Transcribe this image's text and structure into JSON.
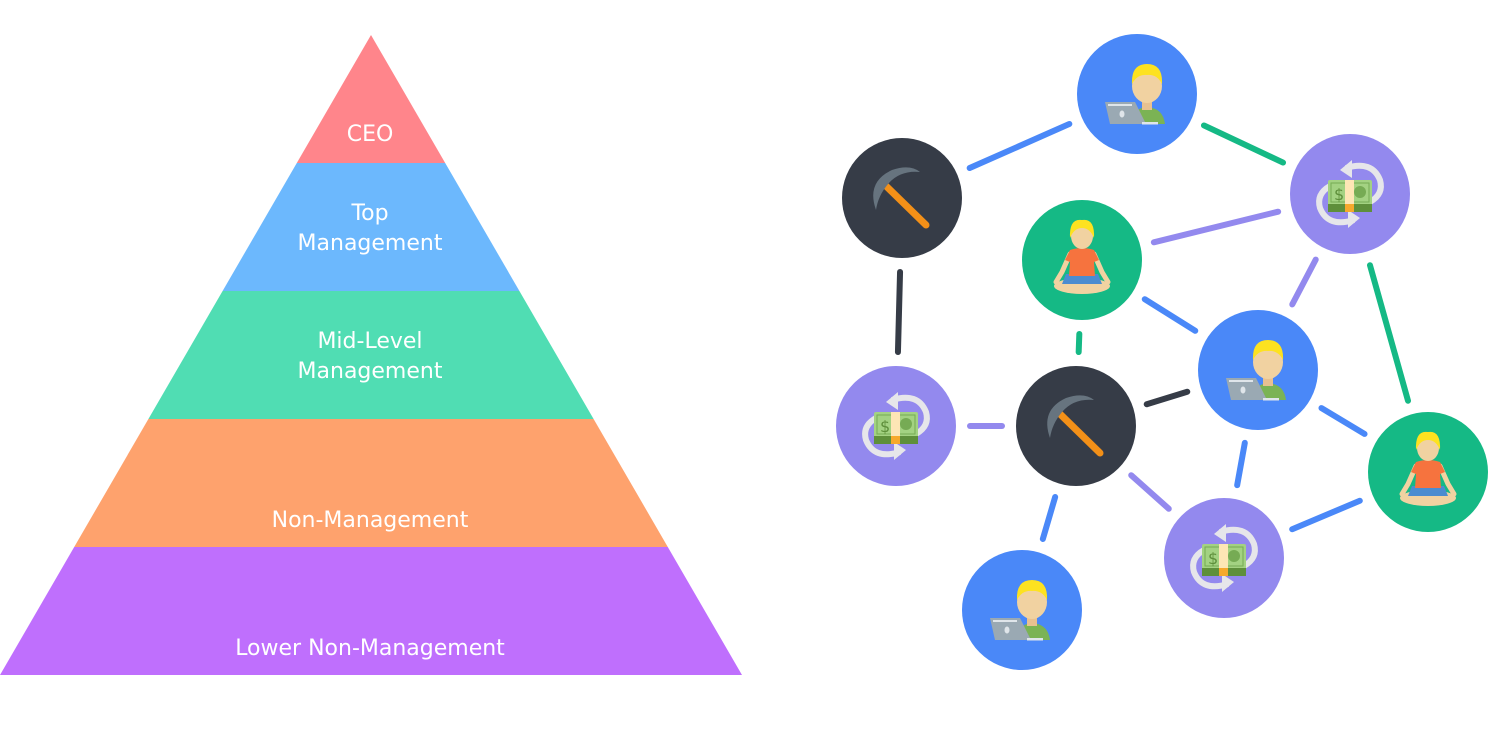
{
  "pyramid": {
    "tiers": [
      {
        "lines": [
          "CEO"
        ],
        "color": "#ff858b"
      },
      {
        "lines": [
          "Top",
          "Management"
        ],
        "color": "#6cb8fd"
      },
      {
        "lines": [
          "Mid-Level",
          "Management"
        ],
        "color": "#50ddb3"
      },
      {
        "lines": [
          "Non-Management"
        ],
        "color": "#fea26d"
      },
      {
        "lines": [
          "Lower Non-Management"
        ],
        "color": "#bf6ffd"
      }
    ]
  },
  "network": {
    "node_types": {
      "worker": {
        "icon": "laptop-worker-icon",
        "color": "#4a88f8"
      },
      "miner": {
        "icon": "pickaxe-icon",
        "color": "#363c47"
      },
      "exchange": {
        "icon": "money-exchange-icon",
        "color": "#9389ee"
      },
      "wellness": {
        "icon": "meditation-icon",
        "color": "#15b985"
      }
    },
    "nodes": [
      {
        "id": "A",
        "type": "worker"
      },
      {
        "id": "B",
        "type": "miner"
      },
      {
        "id": "C",
        "type": "exchange"
      },
      {
        "id": "D",
        "type": "wellness"
      },
      {
        "id": "E",
        "type": "worker"
      },
      {
        "id": "F",
        "type": "exchange"
      },
      {
        "id": "G",
        "type": "miner"
      },
      {
        "id": "H",
        "type": "wellness"
      },
      {
        "id": "I",
        "type": "exchange"
      },
      {
        "id": "J",
        "type": "worker"
      }
    ],
    "edges": [
      {
        "from": "B",
        "to": "A",
        "color": "#4a88f8"
      },
      {
        "from": "A",
        "to": "C",
        "color": "#15b985"
      },
      {
        "from": "D",
        "to": "C",
        "color": "#9389ee"
      },
      {
        "from": "B",
        "to": "F",
        "color": "#363c47"
      },
      {
        "from": "D",
        "to": "G",
        "color": "#15b985"
      },
      {
        "from": "D",
        "to": "E",
        "color": "#4a88f8"
      },
      {
        "from": "C",
        "to": "E",
        "color": "#9389ee"
      },
      {
        "from": "C",
        "to": "H",
        "color": "#15b985"
      },
      {
        "from": "F",
        "to": "G",
        "color": "#9389ee"
      },
      {
        "from": "G",
        "to": "E",
        "color": "#363c47"
      },
      {
        "from": "E",
        "to": "H",
        "color": "#4a88f8"
      },
      {
        "from": "E",
        "to": "I",
        "color": "#4a88f8"
      },
      {
        "from": "G",
        "to": "I",
        "color": "#9389ee"
      },
      {
        "from": "G",
        "to": "J",
        "color": "#4a88f8"
      },
      {
        "from": "I",
        "to": "H",
        "color": "#4a88f8"
      }
    ]
  }
}
